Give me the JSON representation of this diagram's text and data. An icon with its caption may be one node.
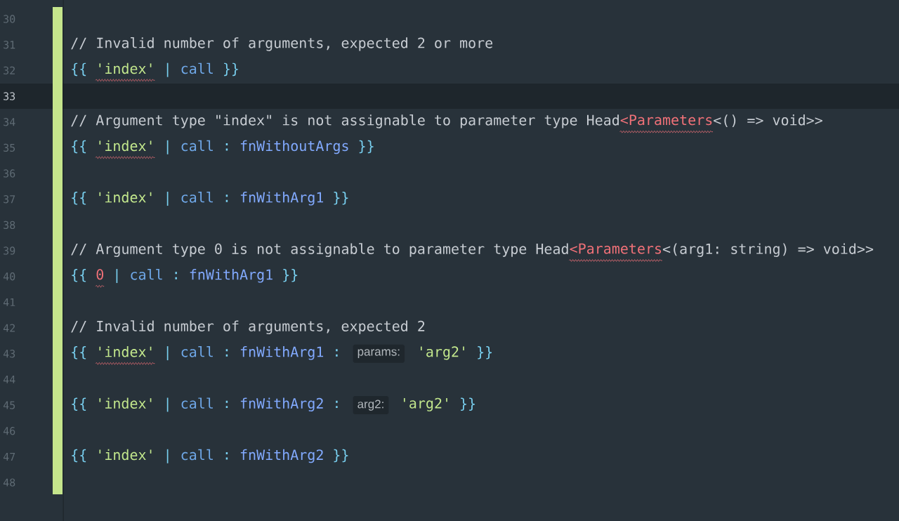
{
  "diagram": {
    "labels": [
      "30",
      "31",
      "// Invalid number of arguments, expected 2 or more",
      "32",
      "{{",
      "'index'",
      "|",
      "call",
      "}}",
      "33",
      "34",
      "// Argument type \"index\" is not assignable to parameter type Head",
      "<Parameters",
      "<() => void>>",
      "35",
      "{{",
      "'index'",
      "|",
      "call",
      ":",
      "fnWithoutArgs",
      "}}",
      "36",
      "37",
      "{{",
      "'index'",
      "|",
      "call",
      ":",
      "fnWithArg1",
      "}}",
      "38",
      "39",
      "// Argument type 0 is not assignable to parameter type Head",
      "<Parameters",
      "<(arg1: string) => void>>",
      "40",
      "{{",
      "0",
      "|",
      "call",
      ":",
      "fnWithArg1",
      "}}",
      "41",
      "42",
      "// Invalid number of arguments, expected 2",
      "43",
      "{{",
      "'index'",
      "|",
      "call",
      ":",
      "fnWithArg1",
      ":",
      "params:",
      "'arg2'",
      "}}",
      "44",
      "45",
      "{{",
      "'index'",
      "|",
      "call",
      ":",
      "fnWithArg2",
      ":",
      "arg2:",
      "'arg2'",
      "}}",
      "46",
      "47",
      "{{",
      "'index'",
      "|",
      "call",
      ":",
      "fnWithArg2",
      "}}",
      "48"
    ]
  }
}
